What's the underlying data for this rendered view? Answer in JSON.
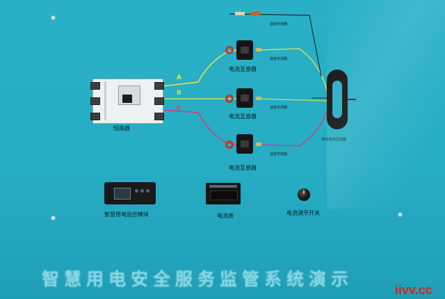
{
  "labels": {
    "breaker": "短路器",
    "ct_top": "电流互感器",
    "ct_mid": "电流互感器",
    "ct_bottom": "电流互感器",
    "temp_top": "温度传感器",
    "temp_1": "温度传感器",
    "temp_2": "温度传感器",
    "temp_3": "温度传感器",
    "residual_ct": "剩余电流互感器",
    "monitor_module": "智慧用电监控模块",
    "ammeter": "电流表",
    "current_switch": "电流调节开关",
    "phase_a": "A",
    "phase_b": "B",
    "phase_c": "C"
  },
  "title": "智慧用电安全服务监管系统演示",
  "watermark": "iivv.cc",
  "colors": {
    "board": "#26adc4",
    "wire_yellow": "#f2e24a",
    "wire_green": "#a7e07a",
    "wire_red": "#d9396b",
    "wire_dark": "#1d2c33",
    "watermark": "#e11d1d"
  }
}
